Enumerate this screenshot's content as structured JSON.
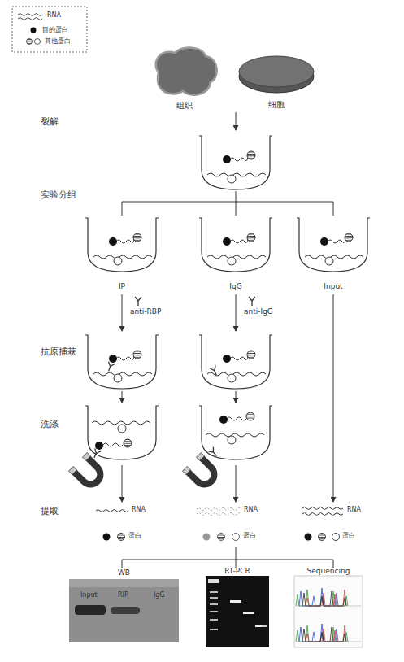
{
  "diagram": {
    "nodes": [
      {
        "text": [
          "组织"
        ]
      },
      {
        "text": [
          "细胞"
        ]
      },
      {
        "text": [
          "IP"
        ]
      },
      {
        "text": [
          "IgG"
        ]
      },
      {
        "text": [
          "Input"
        ]
      },
      {
        "text": [
          "WB"
        ]
      },
      {
        "text": [
          "RT-PCR"
        ]
      },
      {
        "text": [
          "Sequencing"
        ]
      }
    ],
    "labels": [
      "裂解",
      "实验分组",
      "anti-RBP",
      "anti-IgG",
      "抗原捕获",
      "洗涤",
      "提取",
      "RNA",
      "RNA",
      "RNA",
      "蛋白",
      "蛋白",
      "蛋白",
      "Input",
      "RIP",
      "IgG"
    ],
    "legend": [
      {
        "text": "RNA"
      },
      {
        "text": "目的蛋白"
      },
      {
        "text": "其他蛋白"
      }
    ]
  }
}
